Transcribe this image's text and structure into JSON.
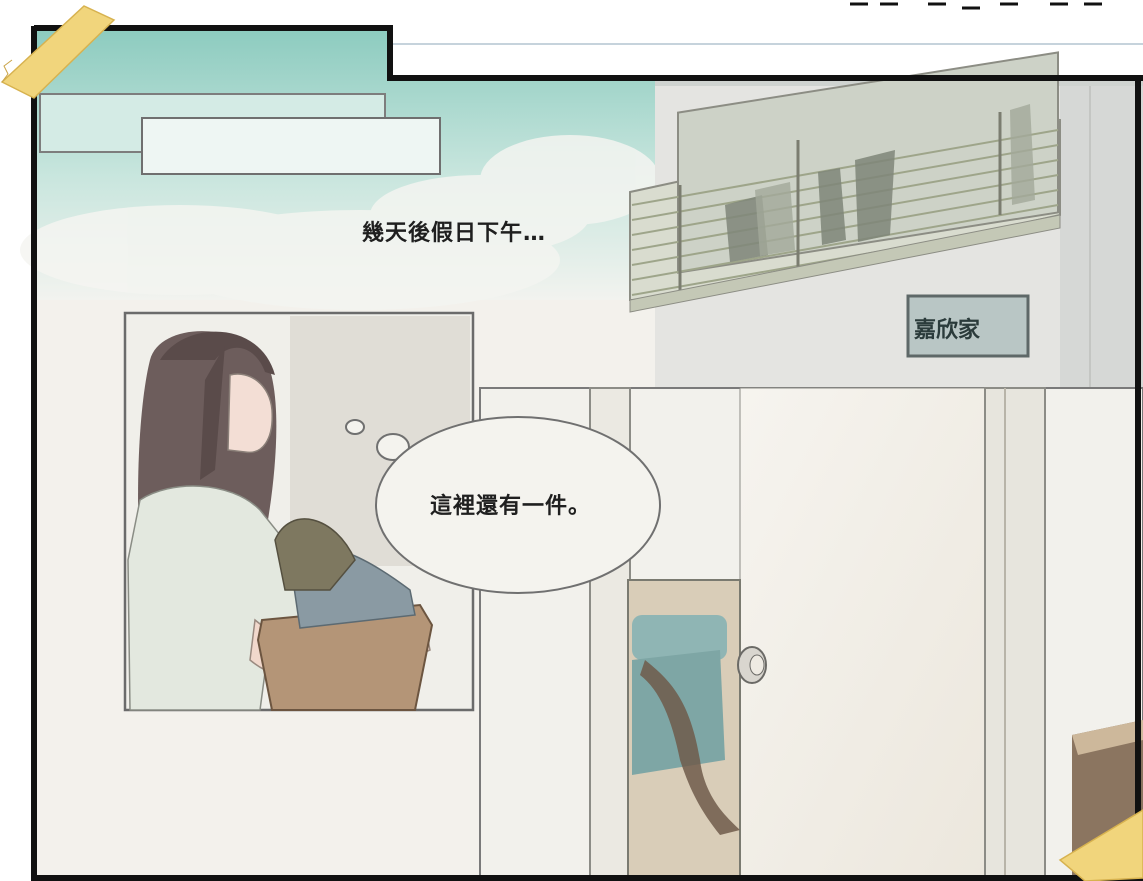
{
  "caption": {
    "text": "幾天後假日下午…"
  },
  "thought_bubble": {
    "text": "這裡還有一件。"
  },
  "door_sign": {
    "text": "嘉欣家"
  },
  "colors": {
    "sky": "#a9d6cd",
    "paper": "#f3f1ec",
    "wall": "#e7e6e1",
    "frame": "#111111",
    "tape": "#f1d57c",
    "sign": "#b9c6c5",
    "bedding": "#8fb5b4"
  }
}
